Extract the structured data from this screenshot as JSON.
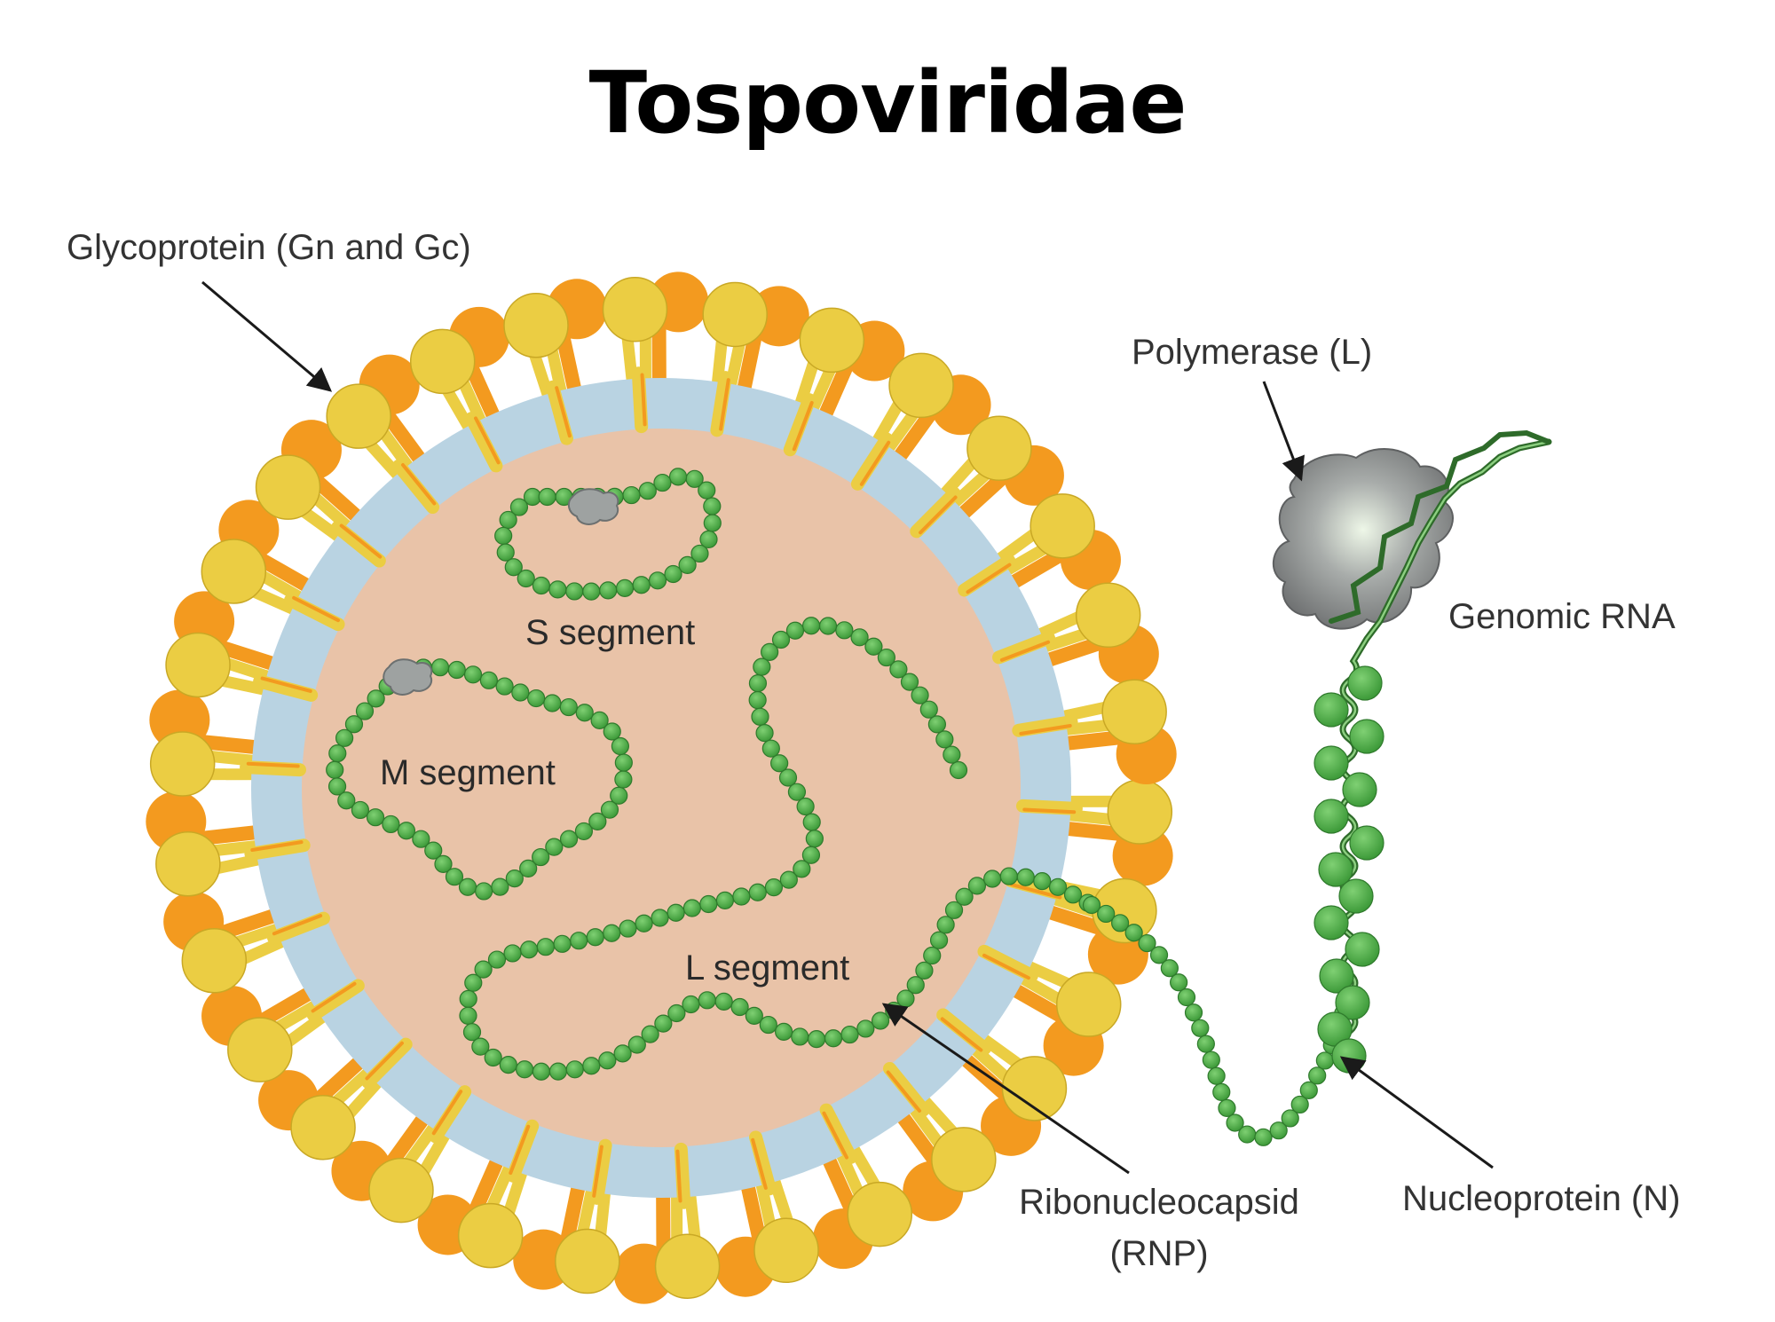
{
  "title": "Tospoviridae",
  "labels": {
    "glycoprotein": "Glycoprotein (Gn and Gc)",
    "polymerase": "Polymerase (L)",
    "genomic_rna": "Genomic RNA",
    "s_segment": "S segment",
    "m_segment": "M segment",
    "l_segment": "L segment",
    "rnp_line1": "Ribonucleocapsid",
    "rnp_line2": "(RNP)",
    "nucleoprotein": "Nucleoprotein (N)"
  },
  "colors": {
    "core": "#e9c3a8",
    "membrane": "#b9d3e2",
    "glycoprotein_yellow": "#ebcd43",
    "glycoprotein_orange": "#f39a1f",
    "nucleoprotein_green": "#55b04d",
    "polymerase_gray": "#909293",
    "rna_strand": "#2e6b2a"
  }
}
